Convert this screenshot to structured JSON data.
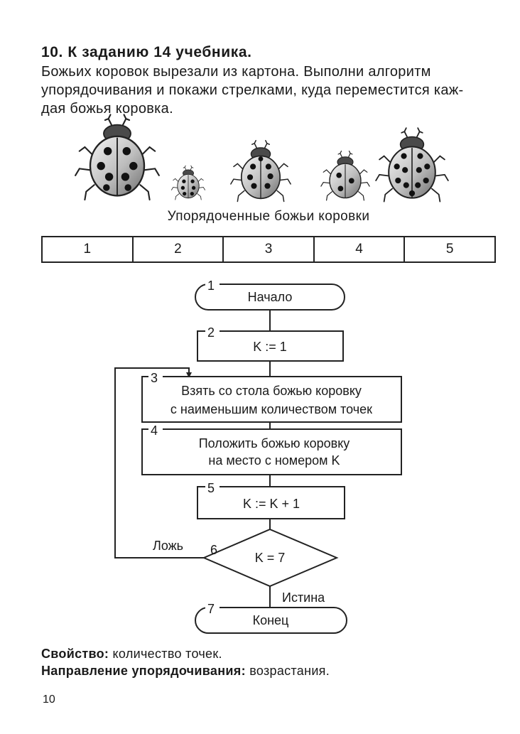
{
  "task": {
    "title": "10. К заданию 14 учебника.",
    "text_lines": [
      "Божьих коровок вырезали из картона. Выполни алгоритм",
      "упорядочивания и покажи стрелками, куда переместится каж-",
      "дая божья коровка."
    ]
  },
  "ladybugs": [
    {
      "name": "ladybug-large",
      "spots": 8
    },
    {
      "name": "ladybug-small",
      "spots": 6
    },
    {
      "name": "ladybug-medium",
      "spots": 7
    },
    {
      "name": "ladybug-smaller",
      "spots": 3
    },
    {
      "name": "ladybug-largest",
      "spots": 11
    }
  ],
  "ordered": {
    "caption": "Упорядоченные божьи коровки",
    "slots": [
      "1",
      "2",
      "3",
      "4",
      "5"
    ]
  },
  "flowchart": {
    "steps": {
      "start": {
        "num": "1",
        "text": "Начало"
      },
      "init": {
        "num": "2",
        "text": "K := 1"
      },
      "take": {
        "num": "3",
        "lines": [
          "Взять со стола божью коровку",
          "с наименьшим количеством точек"
        ]
      },
      "put": {
        "num": "4",
        "lines": [
          "Положить божью коровку",
          "на место с номером K"
        ]
      },
      "inc": {
        "num": "5",
        "text": "K := K + 1"
      },
      "check": {
        "num": "6",
        "text": "K = 7"
      },
      "end": {
        "num": "7",
        "text": "Конец"
      }
    },
    "false_label": "Ложь",
    "true_label": "Истина"
  },
  "summary": {
    "property_label": "Свойство:",
    "property_value": "количество точек.",
    "direction_label": "Направление упорядочивания:",
    "direction_value": "возрастания."
  },
  "page_number": "10"
}
